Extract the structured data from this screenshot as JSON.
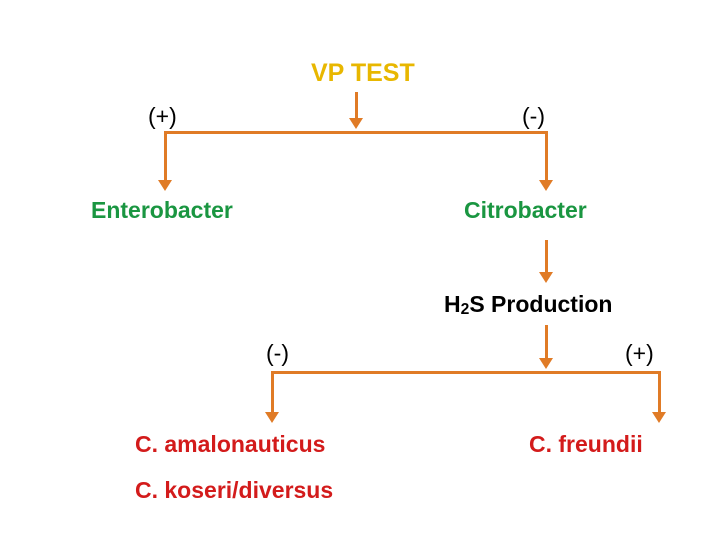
{
  "diagram": {
    "type": "flowchart",
    "accent_color": "#e07b26",
    "nodes": {
      "title": "VP TEST",
      "left_genus": "Enterobacter",
      "right_genus": "Citrobacter",
      "test2": {
        "prefix": "H",
        "subscript": "2",
        "suffix": "S Production"
      },
      "result_left_1": "C. amalonauticus",
      "result_left_2": "C. koseri/diversus",
      "result_right": "C. freundii"
    },
    "labels": {
      "vp_positive": "(+)",
      "vp_negative": "(-)",
      "h2s_negative": "(-)",
      "h2s_positive": "(+)"
    }
  }
}
